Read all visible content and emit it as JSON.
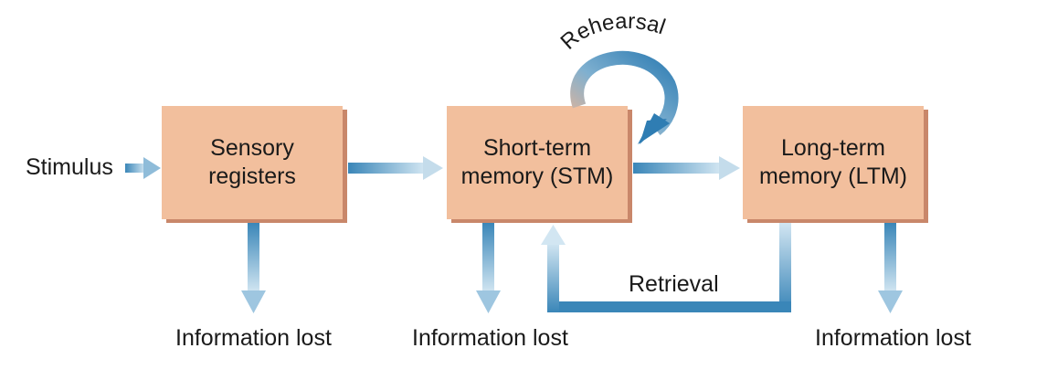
{
  "diagram": {
    "input_label": "Stimulus",
    "nodes": {
      "sensory": {
        "line1": "Sensory",
        "line2": "registers"
      },
      "stm": {
        "line1": "Short-term",
        "line2": "memory (STM)"
      },
      "ltm": {
        "line1": "Long-term",
        "line2": "memory (LTM)"
      }
    },
    "loop_label": "Rehearsal",
    "return_label": "Retrieval",
    "loss_labels": {
      "sensory": "Information lost",
      "stm": "Information lost",
      "ltm": "Information lost"
    }
  },
  "colors": {
    "box_fill": "#f2bf9d",
    "box_shadow": "#c9876a",
    "arrow_blue": "#3a86b8",
    "arrow_light": "#d2e6f2",
    "rehearsal_start": "#e9b596"
  }
}
